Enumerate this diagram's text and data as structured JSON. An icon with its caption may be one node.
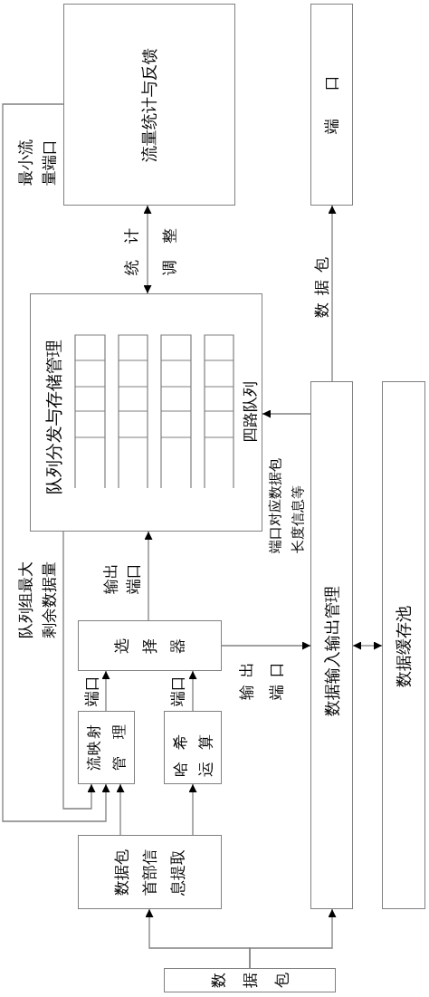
{
  "diagram": {
    "nodes": [
      {
        "text": [
          "流量统计与反馈"
        ]
      },
      {
        "text": [
          "端口"
        ]
      },
      {
        "text": [
          "队列分发与存储管理",
          "四路队列"
        ]
      },
      {
        "text": [
          "选择器"
        ]
      },
      {
        "text": [
          "流映射管理"
        ]
      },
      {
        "text": [
          "哈希运算"
        ]
      },
      {
        "text": [
          "数据包首部信息提取"
        ]
      },
      {
        "text": [
          "数据包"
        ]
      },
      {
        "text": [
          "数据输入输出管理"
        ]
      },
      {
        "text": [
          "数据缓存池"
        ]
      }
    ],
    "edges": [
      {
        "from": 7,
        "to": 6,
        "arrow": "to"
      },
      {
        "from": 7,
        "to": 8,
        "arrow": "to"
      },
      {
        "from": 6,
        "to": 4,
        "arrow": "to"
      },
      {
        "from": 6,
        "to": 5,
        "arrow": "to"
      },
      {
        "from": 4,
        "to": 3,
        "arrow": "to",
        "label": "端口"
      },
      {
        "from": 5,
        "to": 3,
        "arrow": "to",
        "label": "端口"
      },
      {
        "from": 3,
        "to": 2,
        "arrow": "to",
        "label": "输出端口"
      },
      {
        "from": 3,
        "to": 8,
        "arrow": "to",
        "label": "输出端口"
      },
      {
        "from": 8,
        "to": 9,
        "arrow": "both"
      },
      {
        "from": 8,
        "to": 2,
        "arrow": "to",
        "label": "端口对应数据包长度信息等"
      },
      {
        "from": 8,
        "to": 1,
        "arrow": "to",
        "label": "数据包"
      },
      {
        "from": 2,
        "to": 0,
        "arrow": "both",
        "label": "统计调整"
      },
      {
        "from": 0,
        "to": 4,
        "arrow": "to",
        "label": "最小流量端口"
      },
      {
        "from": 2,
        "to": 4,
        "arrow": "to",
        "label": "队列组最大剩余数据量"
      }
    ]
  }
}
